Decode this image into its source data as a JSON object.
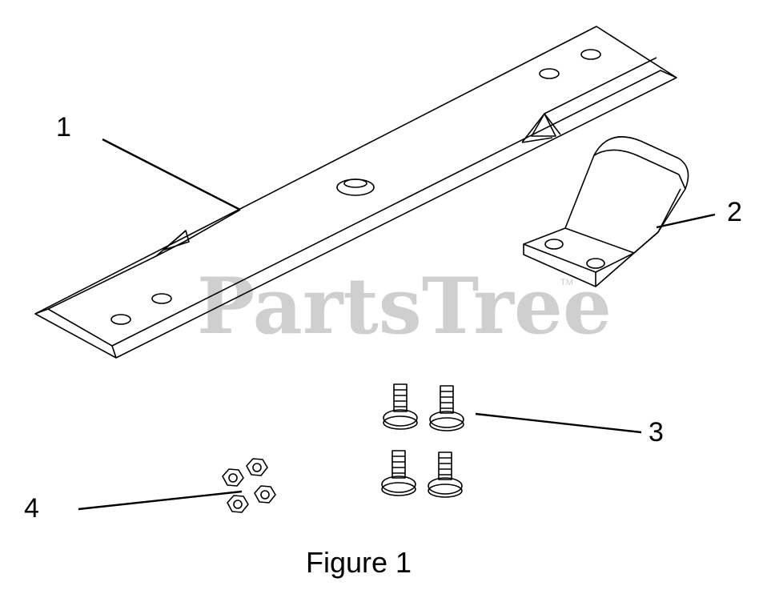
{
  "figure": {
    "caption": "Figure 1",
    "watermark": "PartsTree",
    "trademark": "TM"
  },
  "callouts": [
    {
      "id": "1",
      "label": "1",
      "part": "blade"
    },
    {
      "id": "2",
      "label": "2",
      "part": "blade-stiffener-bracket"
    },
    {
      "id": "3",
      "label": "3",
      "part": "screws"
    },
    {
      "id": "4",
      "label": "4",
      "part": "nuts"
    }
  ],
  "colors": {
    "line": "#000000",
    "background": "#ffffff",
    "watermark": "#cfcfcf"
  }
}
